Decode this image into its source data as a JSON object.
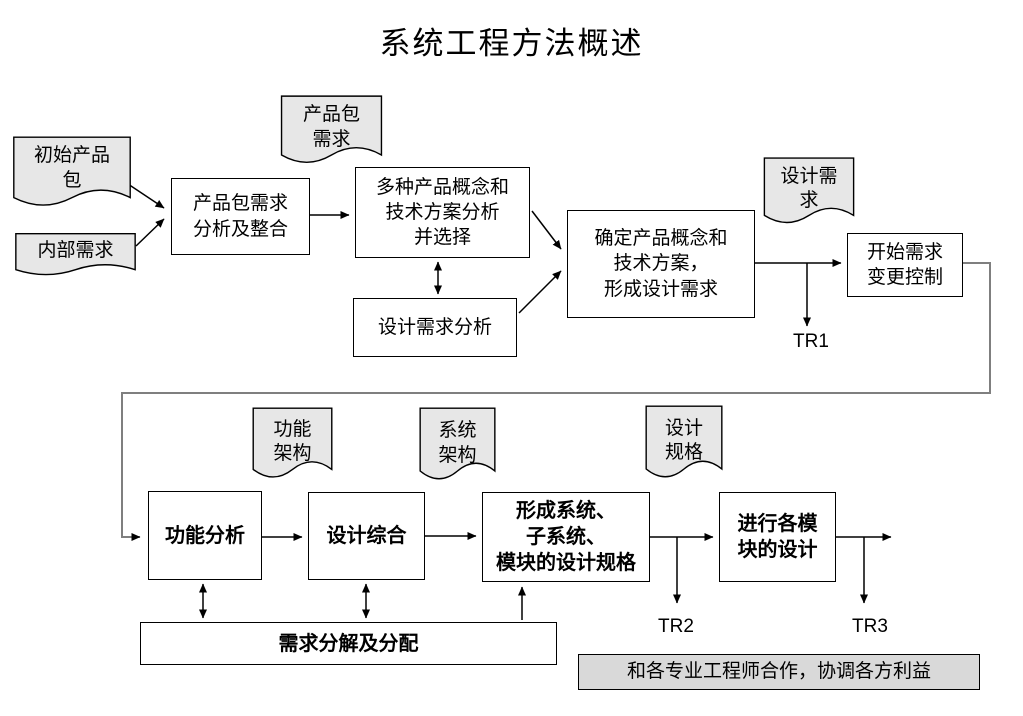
{
  "title": "系统工程方法概述",
  "colors": {
    "box_fill": "#ffffff",
    "doc_fill": "#e7e7e7",
    "note_fill": "#d9d9d9",
    "border": "#000000",
    "connector": "#000000",
    "feedback_connector": "#7f7f7f"
  },
  "nodes": {
    "initial_product_package": {
      "lines": [
        "初始产品",
        "包"
      ]
    },
    "internal_requirements": {
      "lines": [
        "内部需求"
      ]
    },
    "package_req_analysis": {
      "lines": [
        "产品包需求",
        "分析及整合"
      ]
    },
    "package_req_doc": {
      "lines": [
        "产品包",
        "需求"
      ]
    },
    "concept_selection": {
      "lines": [
        "多种产品概念和",
        "技术方案分析",
        "并选择"
      ]
    },
    "design_req_analysis": {
      "lines": [
        "设计需求分析"
      ]
    },
    "confirm_concept": {
      "lines": [
        "确定产品概念和",
        "技术方案，",
        "形成设计需求"
      ]
    },
    "design_req_doc": {
      "lines": [
        "设计需",
        "求"
      ]
    },
    "change_control": {
      "lines": [
        "开始需求",
        "变更控制"
      ]
    },
    "functional_arch_doc": {
      "lines": [
        "功能",
        "架构"
      ]
    },
    "functional_analysis": {
      "lines": [
        "功能分析"
      ]
    },
    "system_arch_doc": {
      "lines": [
        "系统",
        "架构"
      ]
    },
    "design_synthesis": {
      "lines": [
        "设计综合"
      ]
    },
    "design_spec_doc": {
      "lines": [
        "设计",
        "规格"
      ]
    },
    "form_design_spec": {
      "lines": [
        "形成系统、",
        "子系统、",
        "模块的设计规格"
      ]
    },
    "module_design": {
      "lines": [
        "进行各模",
        "块的设计"
      ]
    },
    "req_decomposition": {
      "lines": [
        "需求分解及分配"
      ]
    },
    "cooperation_note": {
      "lines": [
        "和各专业工程师合作，协调各方利益"
      ]
    }
  },
  "labels": {
    "tr1": "TR1",
    "tr2": "TR2",
    "tr3": "TR3"
  }
}
